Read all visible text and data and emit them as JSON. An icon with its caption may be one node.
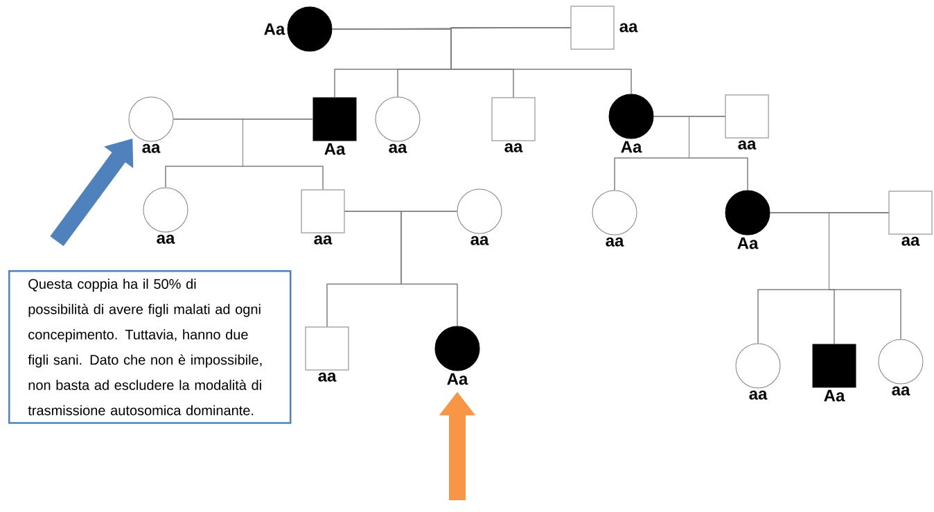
{
  "diagram": {
    "nodes": [
      {
        "text": [
          "Aa"
        ]
      },
      {
        "text": [
          "aa"
        ]
      },
      {
        "text": [
          "aa"
        ]
      },
      {
        "text": [
          "Aa"
        ]
      },
      {
        "text": [
          "aa"
        ]
      },
      {
        "text": [
          "aa"
        ]
      },
      {
        "text": [
          "Aa"
        ]
      },
      {
        "text": [
          "aa"
        ]
      },
      {
        "text": [
          "aa"
        ]
      },
      {
        "text": [
          "aa"
        ]
      },
      {
        "text": [
          "aa"
        ]
      },
      {
        "text": [
          "aa"
        ]
      },
      {
        "text": [
          "Aa"
        ]
      },
      {
        "text": [
          "aa"
        ]
      },
      {
        "text": [
          "aa"
        ]
      },
      {
        "text": [
          "Aa"
        ]
      },
      {
        "text": [
          "aa"
        ]
      },
      {
        "text": [
          "Aa"
        ]
      },
      {
        "text": [
          "aa"
        ]
      },
      {
        "text": [
          "Questa coppia ha il 50% di possibilità di avere figli malati ad ogni concepimento. Tuttavia, hanno due figli sani. Dato che non è impossibile, non basta ad escludere la modalità di trasmissione autosomica dominante."
        ]
      }
    ],
    "edges": [
      {
        "from": 0,
        "to": 1,
        "arrow": "none"
      },
      {
        "from": 0,
        "to": 3,
        "arrow": "none"
      },
      {
        "from": 1,
        "to": 3,
        "arrow": "none"
      },
      {
        "from": 0,
        "to": 4,
        "arrow": "none"
      },
      {
        "from": 1,
        "to": 4,
        "arrow": "none"
      },
      {
        "from": 0,
        "to": 5,
        "arrow": "none"
      },
      {
        "from": 1,
        "to": 5,
        "arrow": "none"
      },
      {
        "from": 0,
        "to": 6,
        "arrow": "none"
      },
      {
        "from": 1,
        "to": 6,
        "arrow": "none"
      },
      {
        "from": 2,
        "to": 3,
        "arrow": "none"
      },
      {
        "from": 2,
        "to": 8,
        "arrow": "none"
      },
      {
        "from": 3,
        "to": 8,
        "arrow": "none"
      },
      {
        "from": 2,
        "to": 9,
        "arrow": "none"
      },
      {
        "from": 3,
        "to": 9,
        "arrow": "none"
      },
      {
        "from": 6,
        "to": 7,
        "arrow": "none"
      },
      {
        "from": 6,
        "to": 11,
        "arrow": "none"
      },
      {
        "from": 7,
        "to": 11,
        "arrow": "none"
      },
      {
        "from": 6,
        "to": 12,
        "arrow": "none"
      },
      {
        "from": 7,
        "to": 12,
        "arrow": "none"
      },
      {
        "from": 9,
        "to": 10,
        "arrow": "none"
      },
      {
        "from": 9,
        "to": 14,
        "arrow": "none"
      },
      {
        "from": 10,
        "to": 14,
        "arrow": "none"
      },
      {
        "from": 9,
        "to": 15,
        "arrow": "none"
      },
      {
        "from": 10,
        "to": 15,
        "arrow": "none"
      },
      {
        "from": 12,
        "to": 13,
        "arrow": "none"
      },
      {
        "from": 12,
        "to": 16,
        "arrow": "none"
      },
      {
        "from": 13,
        "to": 16,
        "arrow": "none"
      },
      {
        "from": 12,
        "to": 17,
        "arrow": "none"
      },
      {
        "from": 13,
        "to": 17,
        "arrow": "none"
      },
      {
        "from": 12,
        "to": 18,
        "arrow": "none"
      },
      {
        "from": 13,
        "to": 18,
        "arrow": "none"
      },
      {
        "from": null,
        "to": 2,
        "arrow": "to",
        "style": "thick",
        "color": "#4f81bd"
      },
      {
        "from": null,
        "to": 15,
        "arrow": "to",
        "style": "thick",
        "color": "#f79646"
      }
    ]
  }
}
